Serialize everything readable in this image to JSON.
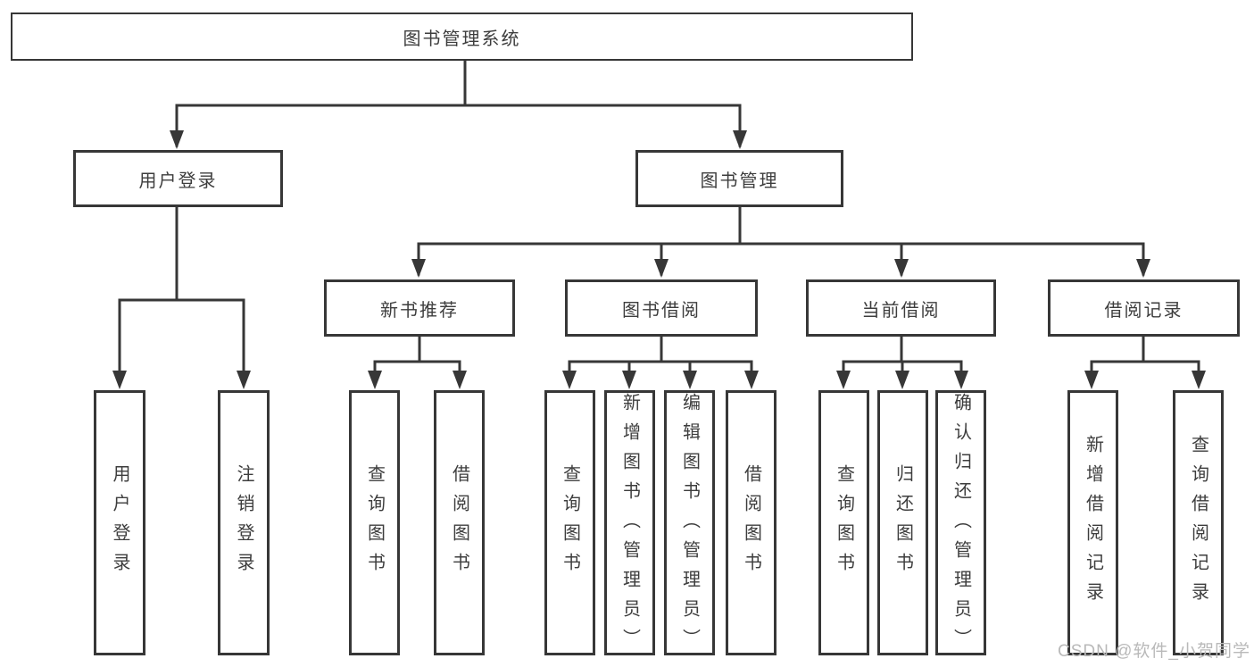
{
  "diagram_title": "图书管理系统",
  "colors": {
    "box_border": "#373737",
    "line": "#373737",
    "text": "#3d3d3d",
    "watermark_text": "#b9b9b9",
    "background": "#ffffff"
  },
  "tree": {
    "root": {
      "label": "图书管理系统"
    },
    "children": [
      {
        "label": "用户登录",
        "children": [
          {
            "label": "用户登录"
          },
          {
            "label": "注销登录"
          }
        ]
      },
      {
        "label": "图书管理",
        "children": [
          {
            "label": "新书推荐",
            "children": [
              {
                "label": "查询图书"
              },
              {
                "label": "借阅图书"
              }
            ]
          },
          {
            "label": "图书借阅",
            "children": [
              {
                "label": "查询图书"
              },
              {
                "label": "新增图书（管理员）"
              },
              {
                "label": "编辑图书（管理员）"
              },
              {
                "label": "借阅图书"
              }
            ]
          },
          {
            "label": "当前借阅",
            "children": [
              {
                "label": "查询图书"
              },
              {
                "label": "归还图书"
              },
              {
                "label": "确认归还（管理员）"
              }
            ]
          },
          {
            "label": "借阅记录",
            "children": [
              {
                "label": "新增借阅记录"
              },
              {
                "label": "查询借阅记录"
              }
            ]
          }
        ]
      }
    ]
  },
  "watermark": {
    "text": "CSDN @软件_小贺同学"
  }
}
